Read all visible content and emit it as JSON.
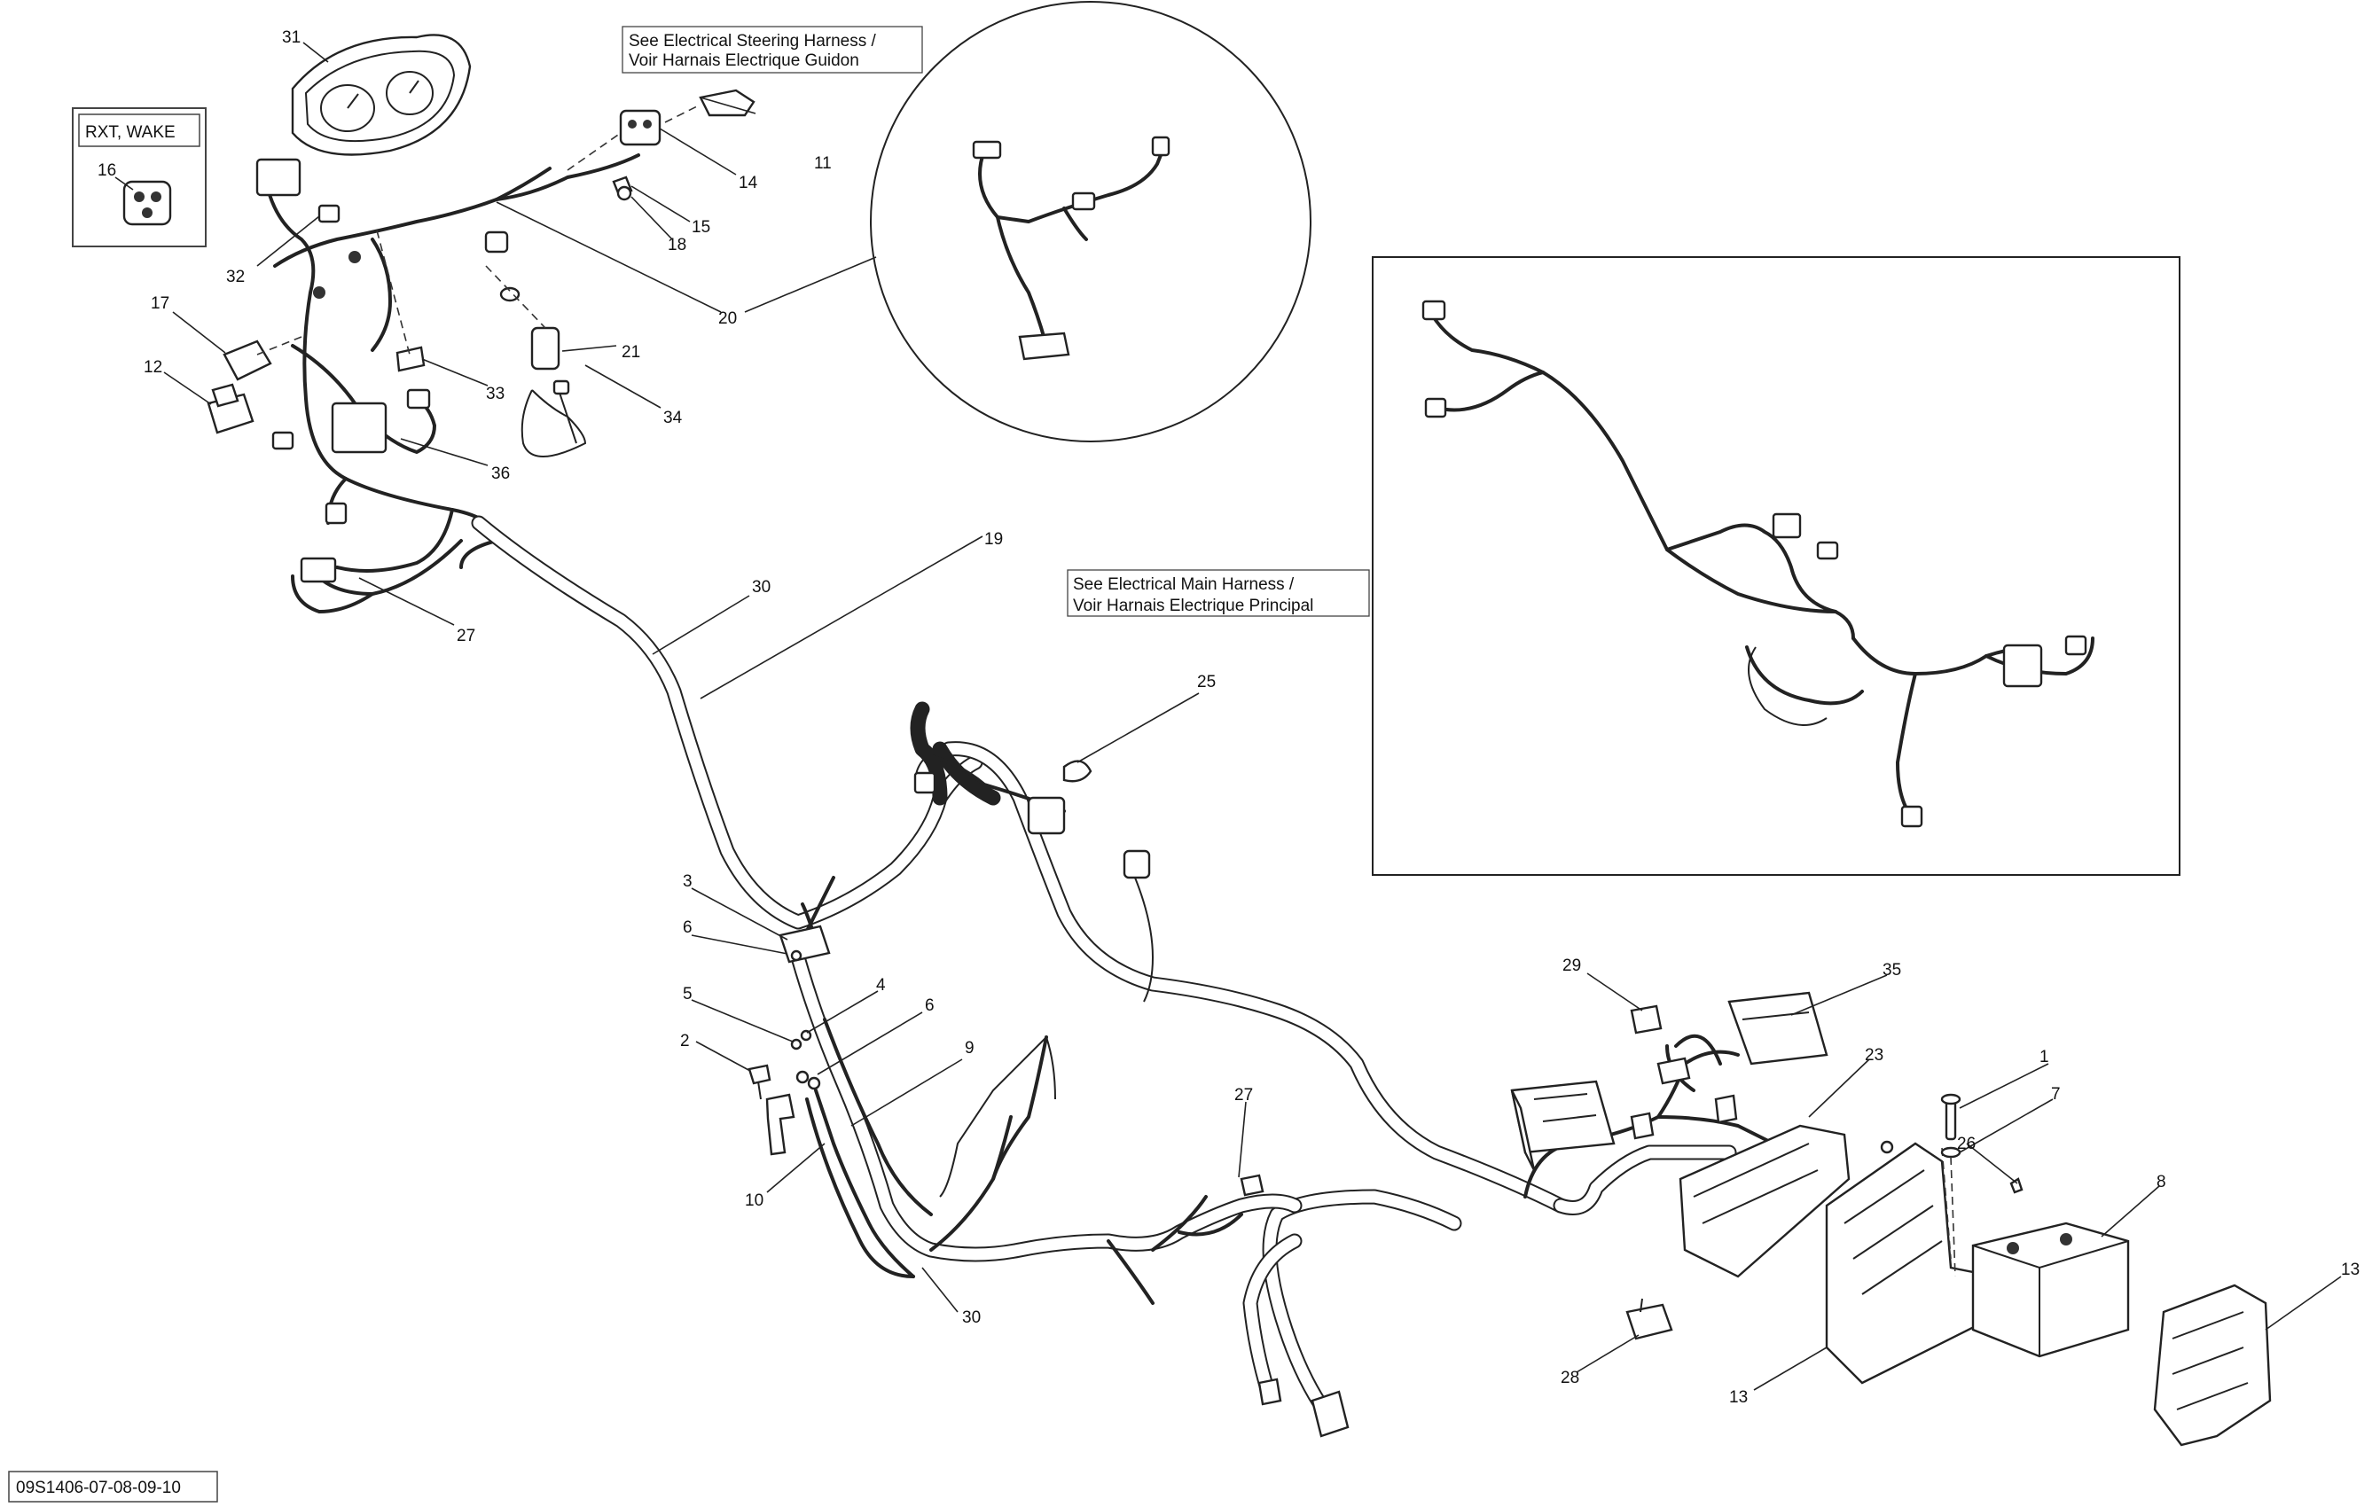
{
  "figure_code": "09S1406-07-08-09-10",
  "variant_label": "RXT, WAKE",
  "notes": {
    "steering": [
      "See Electrical Steering Harness /",
      "Voir Harnais Electrique Guidon"
    ],
    "main": [
      "See Electrical Main Harness /",
      "Voir Harnais Electrique Principal"
    ]
  },
  "callouts": {
    "c31": "31",
    "c16": "16",
    "c11": "11",
    "c14": "14",
    "c15": "15",
    "c18": "18",
    "c32": "32",
    "c20": "20",
    "c17": "17",
    "c21": "21",
    "c12": "12",
    "c33": "33",
    "c34": "34",
    "c36": "36",
    "c19": "19",
    "c30a": "30",
    "c27a": "27",
    "c25": "25",
    "c3": "3",
    "c6a": "6",
    "c5": "5",
    "c4": "4",
    "c6b": "6",
    "c2": "2",
    "c9": "9",
    "c10": "10",
    "c29": "29",
    "c35": "35",
    "c23": "23",
    "c1": "1",
    "c27b": "27",
    "c7": "7",
    "c26": "26",
    "c8": "8",
    "c30b": "30",
    "c13a": "13",
    "c28": "28",
    "c13b": "13"
  }
}
